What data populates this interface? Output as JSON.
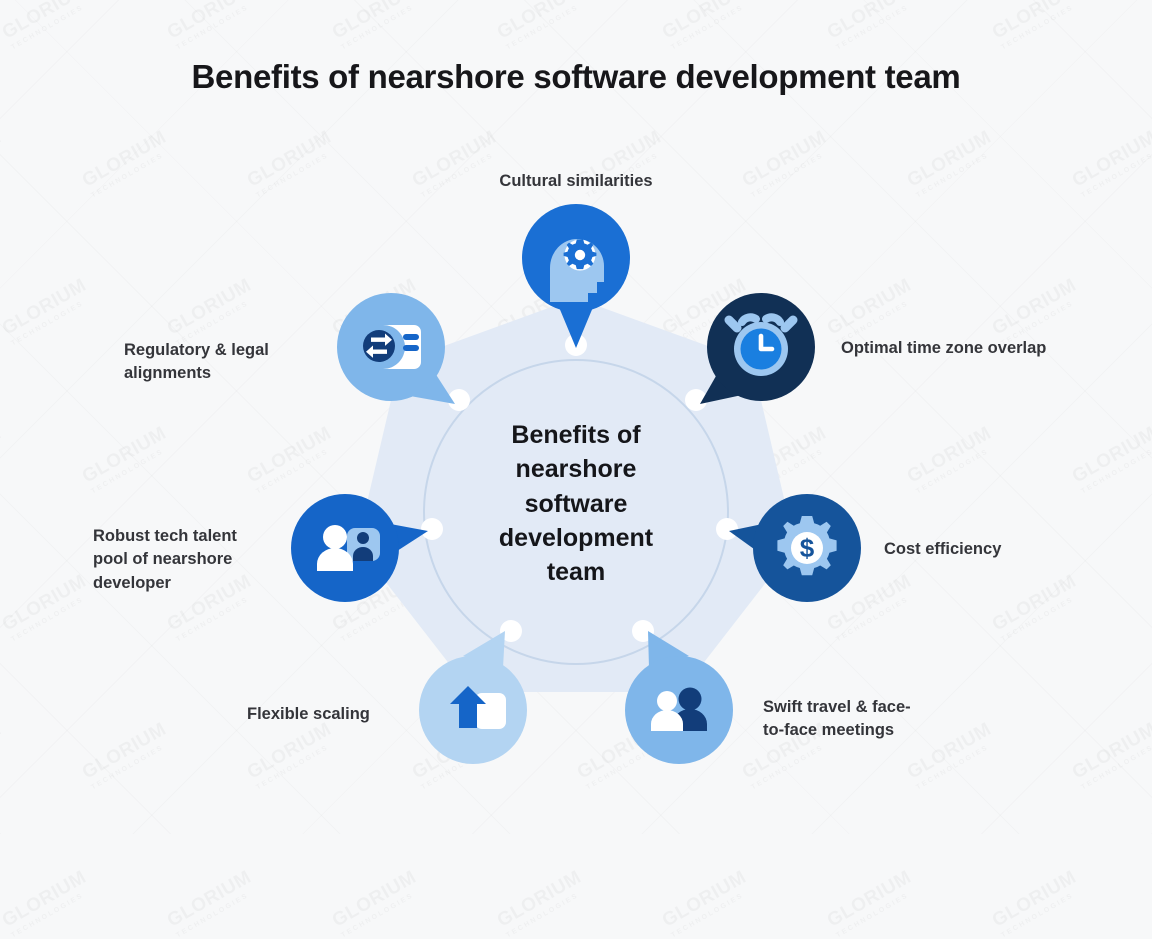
{
  "page": {
    "title": "Benefits of nearshore software development team",
    "background_color": "#f7f8f9",
    "watermark_text": "GLORIUM",
    "watermark_subtext": "TECHNOLOGIES"
  },
  "center": {
    "text": "Benefits of\nnearshore\nsoftware\ndevelopment\nteam",
    "circle_fill": "#e2eaf6",
    "circle_stroke": "#c3d4ea",
    "polygon_fill": "#e2eaf6"
  },
  "palette": {
    "dark_navy": "#113055",
    "deep_blue": "#15549b",
    "mid_blue": "#1a6fd4",
    "light_blue": "#7fb6ea",
    "pale_blue": "#b3d4f2",
    "white": "#ffffff",
    "text_dark": "#34353a"
  },
  "nodes": [
    {
      "id": "cultural-similarities",
      "label": "Cultural similarities",
      "icon": "head-gear-icon",
      "bubble_color": "#1a6fd4",
      "label_position": "top"
    },
    {
      "id": "optimal-time-zone-overlap",
      "label": "Optimal time zone overlap",
      "icon": "alarm-clock-icon",
      "bubble_color": "#113055",
      "label_position": "right"
    },
    {
      "id": "cost-efficiency",
      "label": "Cost efficiency",
      "icon": "gear-dollar-icon",
      "bubble_color": "#15549b",
      "label_position": "right"
    },
    {
      "id": "swift-travel-face-to-face-meetings",
      "label": "Swift travel & face-\nto-face meetings",
      "icon": "two-people-icon",
      "bubble_color": "#7fb6ea",
      "label_position": "right"
    },
    {
      "id": "flexible-scaling",
      "label": "Flexible scaling",
      "icon": "up-arrow-card-icon",
      "bubble_color": "#b3d4f2",
      "label_position": "left"
    },
    {
      "id": "robust-tech-talent-pool",
      "label": "Robust tech talent\npool of nearshore\ndeveloper",
      "icon": "person-card-icon",
      "bubble_color": "#1565c8",
      "label_position": "left"
    },
    {
      "id": "regulatory-legal-alignments",
      "label": "Regulatory & legal\nalignments",
      "icon": "document-exchange-icon",
      "bubble_color": "#7fb6ea",
      "label_position": "left"
    }
  ],
  "chart_data": {
    "type": "diagram",
    "layout": "radial-heptagon",
    "title": "Benefits of nearshore software development team",
    "hub_label": "Benefits of nearshore software development team",
    "spoke_count": 7,
    "categories": [
      "Cultural similarities",
      "Optimal time zone overlap",
      "Cost efficiency",
      "Swift travel & face-to-face meetings",
      "Flexible scaling",
      "Robust tech talent pool of nearshore developer",
      "Regulatory & legal alignments"
    ]
  }
}
